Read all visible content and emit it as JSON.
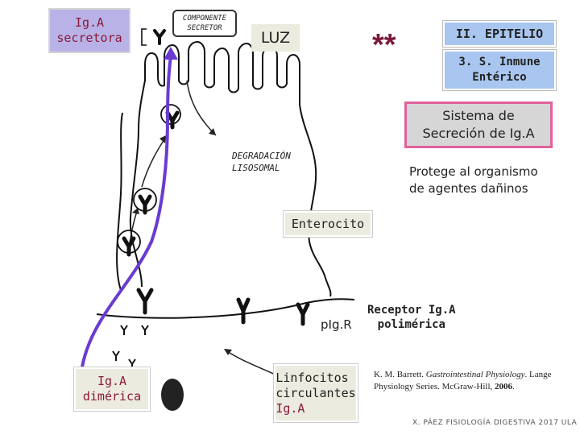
{
  "labels": {
    "iga_secretora": "Ig.A\nsecretora",
    "componente_secretor": "COMPONENTE\nSECRETOR",
    "luz": "LUZ",
    "stars": "**",
    "epitelio": "II. EPITELIO",
    "immune": "3. S. Inmune\nEntérico",
    "sistema": "Sistema de\nSecreción de Ig.A",
    "protege": "Protege al organismo\nde agentes dañinos",
    "degradacion": "DEGRADACIÓN\nLISOSOMAL",
    "enterocito": "Enterocito",
    "pigr": "pIg.R",
    "receptor": "Receptor Ig.A\npolimérica",
    "iga_dimerica": "Ig.A\ndimérica",
    "linfocitos_text": "Linfocitos\ncirculantes\n",
    "linfocitos_iga": "Ig.A",
    "reference_author": "K. M. Barrett. ",
    "reference_title": "Gastrointestinal Physiology",
    "reference_rest": ". Lange Physiology Series. McGraw-Hill, ",
    "reference_year": "2006",
    "reference_end": ".",
    "footer": "X. PÁEZ   FISIOLOGÍA DIGESTIVA 2017  ULA"
  },
  "colors": {
    "lavender": "#b9b2e6",
    "blue_box": "#a8c6ef",
    "pink_border": "#e0629a",
    "purple_arrow": "#6a3bd1",
    "stars": "#7a1a3a",
    "iga_text": "#8a1a3a",
    "gray_box": "#d6d6d6",
    "beige": "#ecebe0"
  }
}
